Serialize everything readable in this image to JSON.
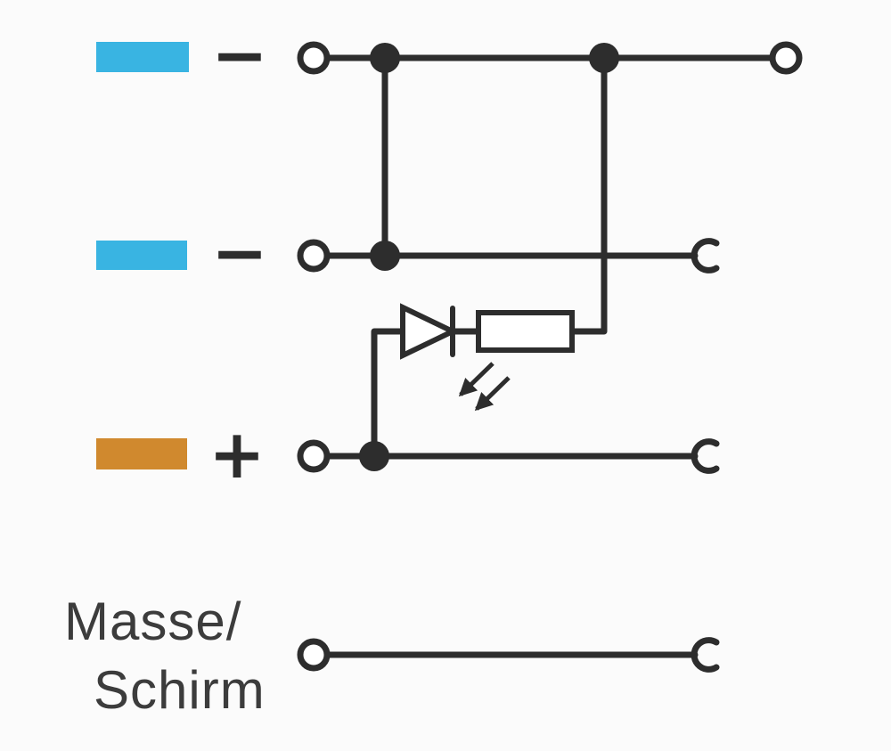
{
  "colors": {
    "background": "#fbfbfb",
    "line": "#2d2d2d",
    "blue_marker": "#39b4e2",
    "orange_marker": "#d0892e",
    "label_text": "#3c3c3c",
    "symbol_fill": "#ffffff"
  },
  "rows": [
    {
      "marker_color_name": "blue",
      "polarity": "−",
      "left_terminal": "open-circle-terminal",
      "right_terminal": "open-circle-terminal"
    },
    {
      "marker_color_name": "blue",
      "polarity": "−",
      "left_terminal": "open-circle-terminal",
      "right_terminal": "spring-contact"
    },
    {
      "marker_color_name": "orange",
      "polarity": "+",
      "left_terminal": "open-circle-terminal",
      "right_terminal": "spring-contact"
    },
    {
      "label_line1": "Masse/",
      "label_line2": "Schirm",
      "left_terminal": "open-circle-terminal",
      "right_terminal": "spring-contact"
    }
  ],
  "symbols": {
    "led": "led-indicator-symbol",
    "resistor": "resistor-symbol"
  }
}
